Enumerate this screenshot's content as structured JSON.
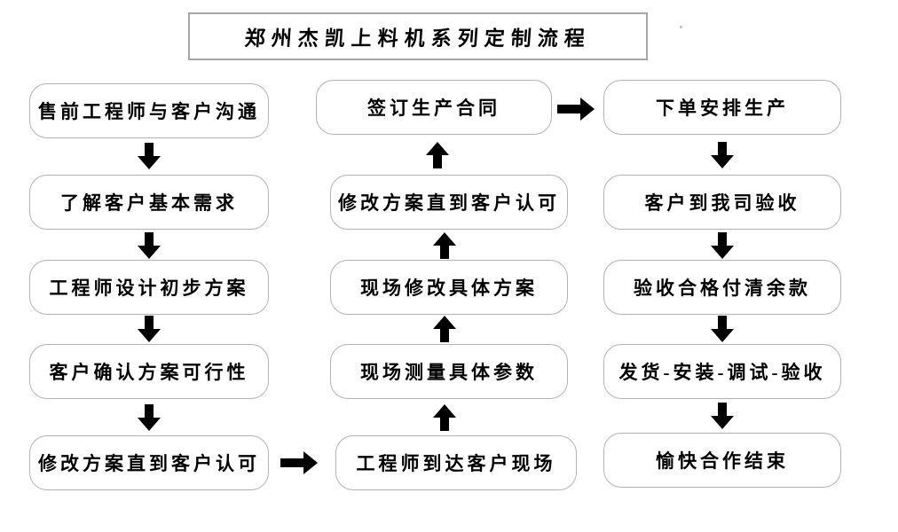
{
  "title": {
    "text": "郑州杰凯上料机系列定制流程"
  },
  "flow": {
    "columns": [
      {
        "id": "left",
        "direction": "down",
        "nodes": [
          "售前工程师与客户沟通",
          "了解客户基本需求",
          "工程师设计初步方案",
          "客户确认方案可行性",
          "修改方案直到客户认可"
        ]
      },
      {
        "id": "middle",
        "direction": "up",
        "nodes": [
          "签订生产合同",
          "修改方案直到客户认可",
          "现场修改具体方案",
          "现场测量具体参数",
          "工程师到达客户现场"
        ]
      },
      {
        "id": "right",
        "direction": "down",
        "nodes": [
          "下单安排生产",
          "客户到我司验收",
          "验收合格付清余款",
          "发货-安装-调试-验收",
          "愉快合作结束"
        ]
      }
    ],
    "connections": [
      {
        "from": "修改方案直到客户认可",
        "to": "工程师到达客户现场",
        "type": "right-arrow"
      },
      {
        "from": "签订生产合同",
        "to": "下单安排生产",
        "type": "right-arrow"
      }
    ]
  },
  "colors": {
    "background": "#ffffff",
    "box_border": "#b3b3b3",
    "title_border": "#a6a6a6",
    "text": "#000000",
    "arrow_outline": "#000000",
    "arrow_fill": "#ffffff"
  }
}
